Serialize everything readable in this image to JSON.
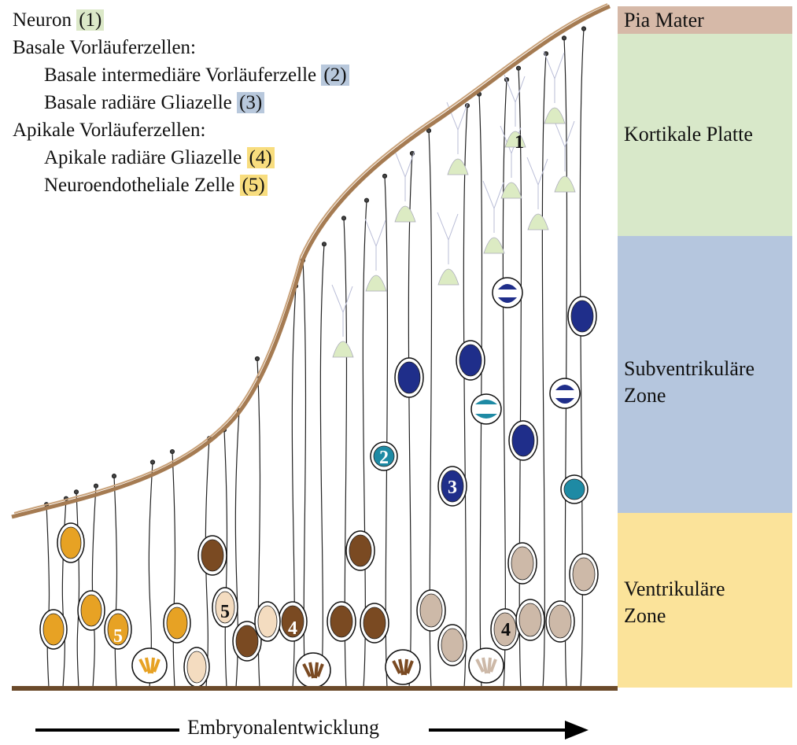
{
  "legend": {
    "neuron": {
      "text": "Neuron ",
      "num": "(1)"
    },
    "basal_header": "Basale Vorläuferzellen:",
    "bip": {
      "text": "Basale intermediäre Vorläuferzelle ",
      "num": "(2)"
    },
    "brg": {
      "text": "Basale radiäre Gliazelle ",
      "num": "(3)"
    },
    "apical_header": "Apikale Vorläuferzellen:",
    "arg": {
      "text": "Apikale radiäre Gliazelle ",
      "num": "(4)"
    },
    "ne": {
      "text": "Neuroendotheliale Zelle ",
      "num": "(5)"
    }
  },
  "layers": {
    "pia": {
      "name": "Pia Mater",
      "color": "#d6b9a8"
    },
    "cp": {
      "name": "Kortikale Platte",
      "color": "#d8e8c9"
    },
    "svz": {
      "name_line1": "Subventrikuläre",
      "name_line2": "Zone",
      "color": "#b5c6de"
    },
    "vz": {
      "name_line1": "Ventrikuläre",
      "name_line2": "Zone",
      "color": "#fbe39a"
    }
  },
  "cell_labels": {
    "neuron": "1",
    "bip": "2",
    "brg": "3",
    "arg_dark": "4",
    "arg_light": "4",
    "ne_orange": "5",
    "ne_beige": "5"
  },
  "axis": {
    "label": "Embryonalentwicklung"
  },
  "colors": {
    "pia_line": "#a57b52",
    "base_line": "#6b4a2a",
    "neuron": "#dcebc3",
    "neuron_dendrite": "#b8bcd6",
    "bip": "#1e8aa4",
    "brg": "#1f2e8a",
    "arg_dark": "#7a4a22",
    "arg_light": "#cdb9a8",
    "ne_orange": "#e7a224",
    "ne_beige": "#f4dcc0"
  }
}
